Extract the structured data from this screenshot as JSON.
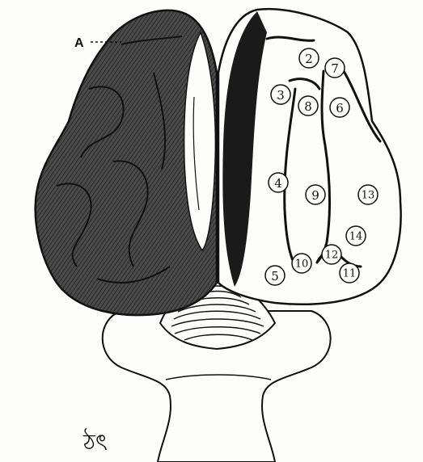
{
  "figure": {
    "pointer_label": "A",
    "region_labels": [
      "2",
      "7",
      "3",
      "8",
      "6",
      "4",
      "9",
      "13",
      "14",
      "12",
      "10",
      "5",
      "11"
    ],
    "signature": "ঠৎ"
  },
  "colors": {
    "ink": "#111111",
    "shade": "#3a3a3a",
    "paper": "#fdfdfb"
  }
}
